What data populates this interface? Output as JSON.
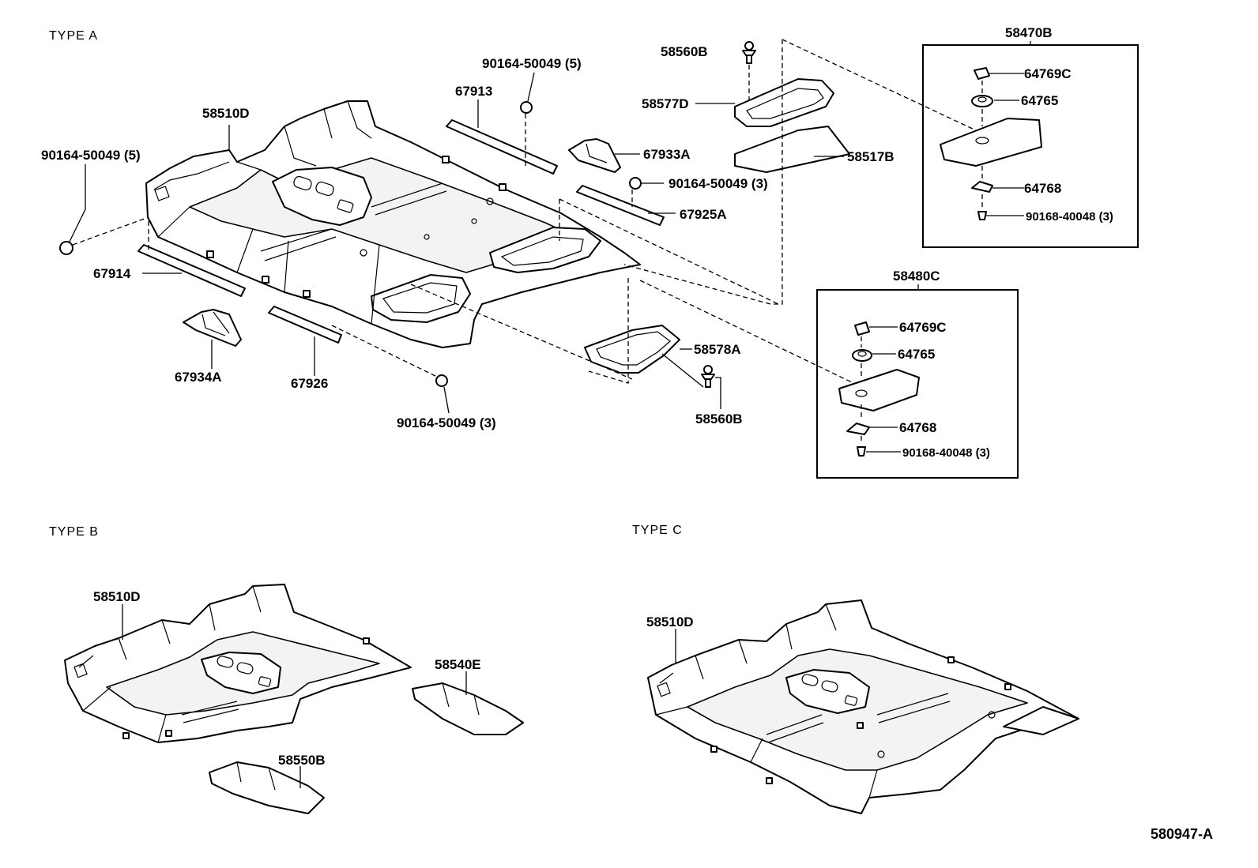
{
  "sections": {
    "type_a": "TYPE A",
    "type_b": "TYPE B",
    "type_c": "TYPE C"
  },
  "diagram_id": "580947-A",
  "parts": {
    "p58510D_a": "58510D",
    "p90164_5_left": "90164-50049 (5)",
    "p90164_5_top": "90164-50049 (5)",
    "p67913": "67913",
    "p67914": "67914",
    "p67934A": "67934A",
    "p67926": "67926",
    "p90164_3_bottom": "90164-50049 (3)",
    "p67933A": "67933A",
    "p90164_3_right": "90164-50049 (3)",
    "p67925A": "67925A",
    "p58560B_top": "58560B",
    "p58577D": "58577D",
    "p58517B": "58517B",
    "p58578A": "58578A",
    "p58560B_bottom": "58560B",
    "kit1_title": "58470B",
    "kit1_64769C": "64769C",
    "kit1_64765": "64765",
    "kit1_64768": "64768",
    "kit1_90168": "90168-40048 (3)",
    "kit2_title": "58480C",
    "kit2_64769C": "64769C",
    "kit2_64765": "64765",
    "kit2_64768": "64768",
    "kit2_90168": "90168-40048 (3)",
    "p58510D_b": "58510D",
    "p58540E": "58540E",
    "p58550B": "58550B",
    "p58510D_c": "58510D"
  }
}
